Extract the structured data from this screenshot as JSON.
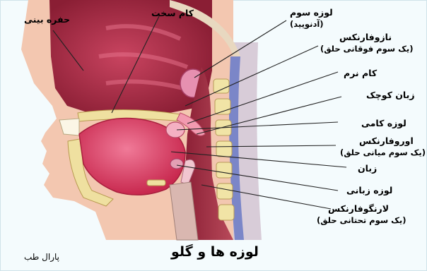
{
  "labels": {
    "nasal_cavity": "حفره بینی",
    "hard_palate": "کام سخت",
    "third_tonsil": "لوزه سوم",
    "adenoid": "(آدنویید)",
    "nasopharynx": "نازوفارنکس",
    "nasopharynx_desc": "(یک سوم فوقانی حلق)",
    "soft_palate": "کام نرم",
    "uvula": "زبان کوچک",
    "palatine_tonsil": "لوزه کامی",
    "oropharynx": "اوروفارنکس",
    "oropharynx_desc": "(یک سوم میانی حلق)",
    "tongue": "زبان",
    "lingual_tonsil": "لوزه زبانی",
    "laryngopharynx": "لارنگوفارنکس",
    "laryngopharynx_desc": "(یک سوم تحتانی حلق)"
  },
  "title": "لوزه ها و گلو",
  "brand": "پارال طب",
  "colors": {
    "background": "#f4fbfd",
    "skin": "#f3c7b0",
    "nasal": "#b8344c",
    "tongue": "#e04a72",
    "bone": "#efe0a0",
    "spine_disc": "#5f6fb0",
    "leader": "#222222"
  }
}
